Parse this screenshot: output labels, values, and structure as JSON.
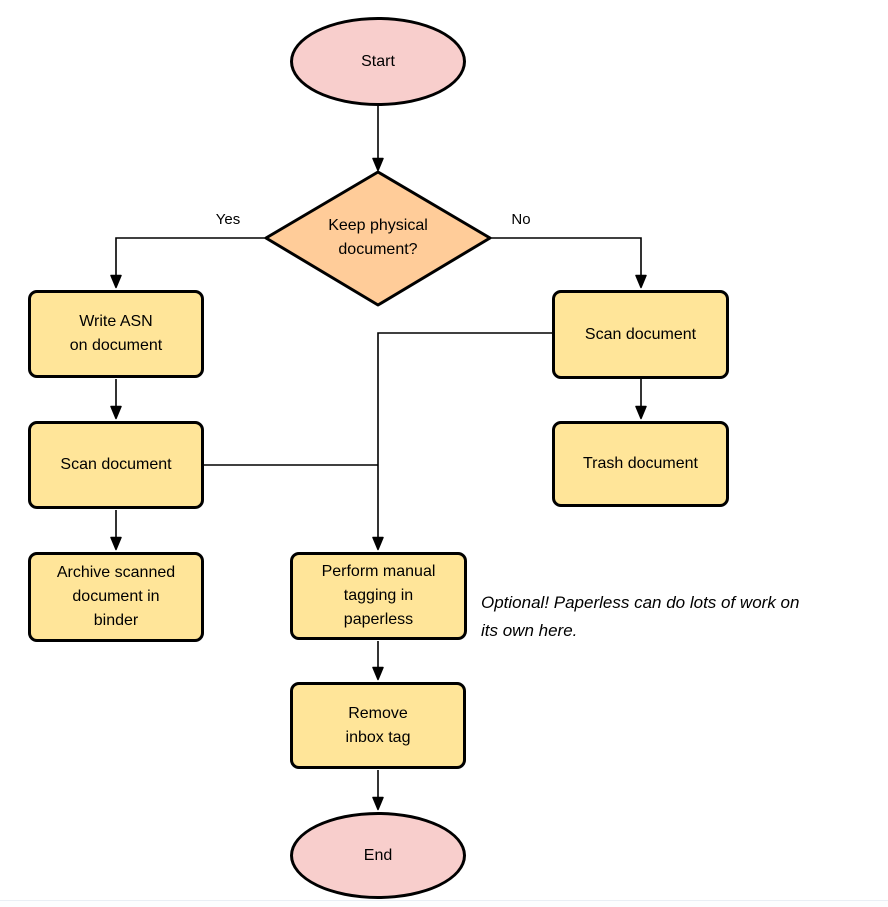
{
  "diagram": {
    "colors": {
      "process_fill": "#FFE599",
      "terminal_fill": "#F8CECC",
      "decision_fill": "#FFCC99",
      "stroke": "#000000"
    },
    "nodes": {
      "start": {
        "type": "terminal",
        "label": "Start"
      },
      "decision": {
        "type": "decision",
        "label": "Keep physical\ndocument?"
      },
      "write_asn": {
        "type": "process",
        "label": "Write ASN\non document"
      },
      "scan_left": {
        "type": "process",
        "label": "Scan document"
      },
      "archive": {
        "type": "process",
        "label": "Archive scanned\ndocument in\nbinder"
      },
      "scan_right": {
        "type": "process",
        "label": "Scan document"
      },
      "trash": {
        "type": "process",
        "label": "Trash document"
      },
      "tagging": {
        "type": "process",
        "label": "Perform manual\ntagging in\npaperless"
      },
      "remove_inbox": {
        "type": "process",
        "label": "Remove\ninbox tag"
      },
      "end": {
        "type": "terminal",
        "label": "End"
      }
    },
    "edge_labels": {
      "yes": "Yes",
      "no": "No"
    },
    "note": "Optional! Paperless can do lots of work on\nits own here."
  }
}
